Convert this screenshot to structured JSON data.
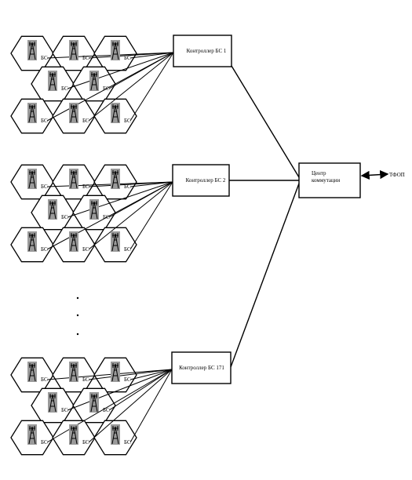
{
  "clusters": [
    {
      "controller_label": "Контроллер БС 1",
      "bs_label": "БС"
    },
    {
      "controller_label": "Контроллер БС 2",
      "bs_label": "БС"
    },
    {
      "controller_label": "Контроллер БС 171",
      "bs_label": "БС"
    }
  ],
  "switching_center": {
    "line1": "Центр",
    "line2": "коммутации"
  },
  "network": {
    "label": "ТФОП"
  },
  "ellipsis_dots": 3,
  "colors": {
    "line": "#000000",
    "tower_background": "#9a9a9a",
    "box_fill": "#ffffff"
  },
  "icons": [
    "base-station-tower-icon",
    "arrow-icon"
  ]
}
